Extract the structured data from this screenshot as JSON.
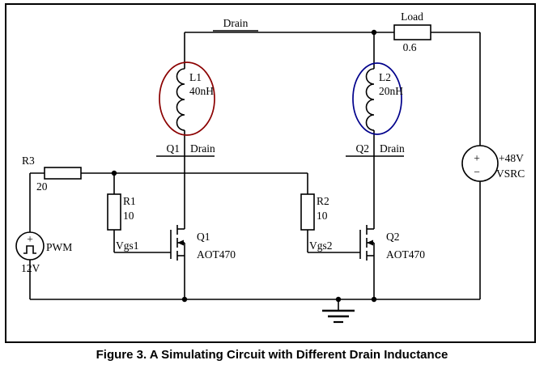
{
  "figure": {
    "caption": "Figure 3. A Simulating Circuit with Different Drain Inductance"
  },
  "circuit": {
    "top_rail_label": "Drain",
    "load": {
      "name": "Load",
      "value": "0.6"
    },
    "inductors": {
      "l1": {
        "name": "L1",
        "value": "40nH",
        "highlight_color": "#8B0000"
      },
      "l2": {
        "name": "L2",
        "value": "20nH",
        "highlight_color": "#00008B"
      }
    },
    "nodes": {
      "q1_drain": {
        "ref": "Q1",
        "label": "Drain"
      },
      "q2_drain": {
        "ref": "Q2",
        "label": "Drain"
      }
    },
    "resistors": {
      "r3": {
        "name": "R3",
        "value": "20"
      },
      "r1": {
        "name": "R1",
        "value": "10",
        "node_label": "Vgs1"
      },
      "r2": {
        "name": "R2",
        "value": "10",
        "node_label": "Vgs2"
      }
    },
    "transistors": {
      "q1": {
        "name": "Q1",
        "part": "AOT470"
      },
      "q2": {
        "name": "Q2",
        "part": "AOT470"
      }
    },
    "sources": {
      "pwm": {
        "plus": "+",
        "name": "PWM",
        "value": "12V"
      },
      "vsrc": {
        "plus": "+",
        "minus": "−",
        "value": "+48V",
        "name": "VSRC"
      }
    }
  }
}
